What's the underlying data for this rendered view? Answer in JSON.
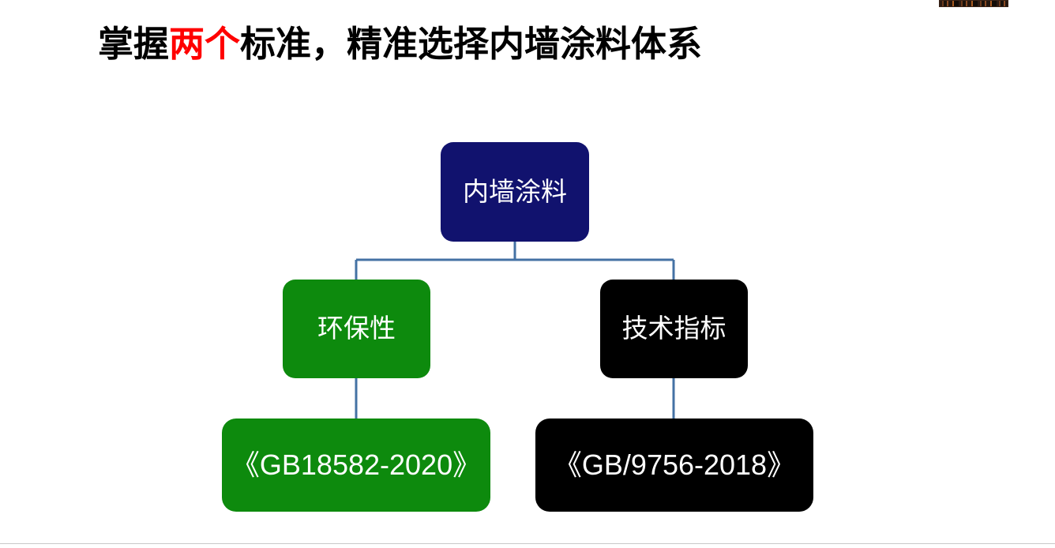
{
  "slide": {
    "background_color": "#ffffff",
    "title": {
      "prefix": "掌握",
      "highlight": "两个",
      "suffix": "标准，精准选择内墙涂料体系",
      "full_text": "掌握两个标准，精准选择内墙涂料体系",
      "color": "#000000",
      "highlight_color": "#ff0000"
    }
  },
  "decor": {
    "top_banner_strip": "cropped-image-strip",
    "bottom_rule": "thin-gray-divider"
  },
  "diagram": {
    "type": "tree",
    "connector_color": "#4472a4",
    "nodes": {
      "root": {
        "label": "内墙涂料",
        "fill": "#11126e",
        "text_color": "#ffffff"
      },
      "branch_left": {
        "label": "环保性",
        "fill": "#0d8a0d",
        "text_color": "#ffffff"
      },
      "branch_right": {
        "label": "技术指标",
        "fill": "#000000",
        "text_color": "#ffffff"
      },
      "leaf_left": {
        "label": "《GB18582-2020》",
        "fill": "#0d8a0d",
        "text_color": "#ffffff"
      },
      "leaf_right": {
        "label": "《GB/9756-2018》",
        "fill": "#000000",
        "text_color": "#ffffff"
      }
    },
    "edges": [
      {
        "from": "root",
        "to": "branch_left"
      },
      {
        "from": "root",
        "to": "branch_right"
      },
      {
        "from": "branch_left",
        "to": "leaf_left"
      },
      {
        "from": "branch_right",
        "to": "leaf_right"
      }
    ]
  }
}
